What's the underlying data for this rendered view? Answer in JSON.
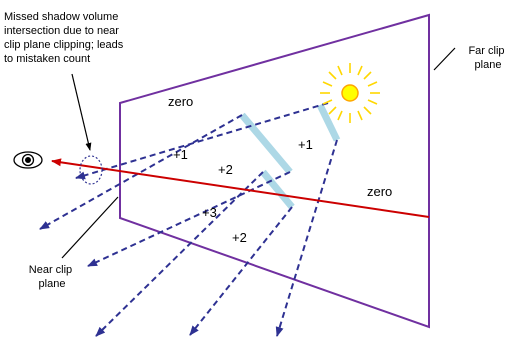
{
  "annotations": {
    "missed_intersection": [
      "Missed shadow volume",
      "intersection due to near",
      "clip plane clipping; leads",
      "to mistaken count"
    ],
    "far_clip_plane": [
      "Far clip",
      "plane"
    ],
    "near_clip_plane": [
      "Near clip",
      "plane"
    ]
  },
  "counts": {
    "zero_top": "zero",
    "plus1_left": "+1",
    "plus1_right": "+1",
    "plus2_upper": "+2",
    "plus3": "+3",
    "plus2_lower": "+2",
    "zero_right": "zero"
  },
  "icons": {
    "eye": "eye-icon",
    "light": "sun-icon"
  },
  "colors": {
    "frustum": "#7030a0",
    "shadow_ray": "#2e3192",
    "view_ray": "#cc0000",
    "occluder": "#add8e6",
    "sun": "#ffd700",
    "sun_fill": "#ffff00"
  }
}
